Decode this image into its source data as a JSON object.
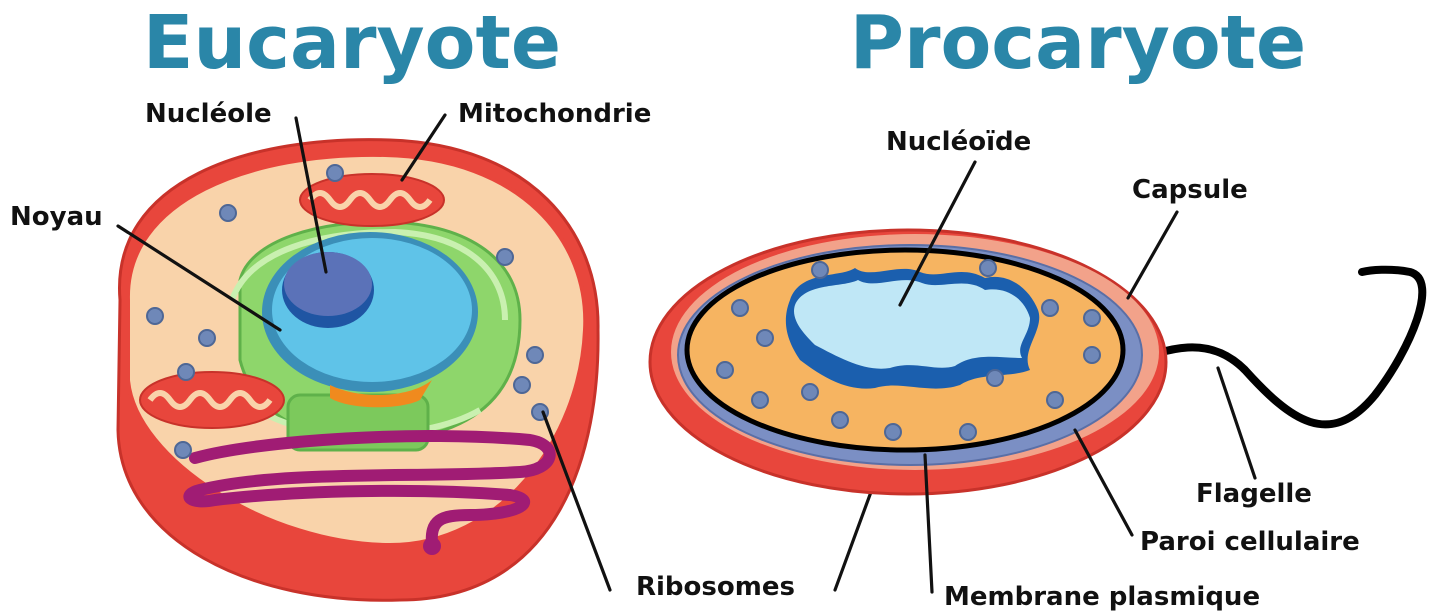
{
  "eukaryote": {
    "title": "Eucaryote",
    "labels": {
      "nucleole": "Nucléole",
      "mitochondrie": "Mitochondrie",
      "noyau": "Noyau",
      "ribosomes": "Ribosomes"
    }
  },
  "prokaryote": {
    "title": "Procaryote",
    "labels": {
      "nucleoide": "Nucléoïde",
      "capsule": "Capsule",
      "flagelle": "Flagelle",
      "paroi": "Paroi cellulaire",
      "membrane": "Membrane plasmique"
    }
  },
  "colors": {
    "title": "#2a86a8",
    "cell_outer": "#e8463c",
    "cytoplasm_euk": "#f9d3aa",
    "nucleus": "#5fc3e8",
    "nucleolus": "#5b72b8",
    "er": "#8ed66b",
    "golgi_magenta": "#a01c74",
    "cytoplasm_pro": "#f6b461",
    "nucleoid_dark": "#1b5fae",
    "nucleoid_light": "#bfe7f6",
    "cell_wall": "#7b8fc4"
  }
}
